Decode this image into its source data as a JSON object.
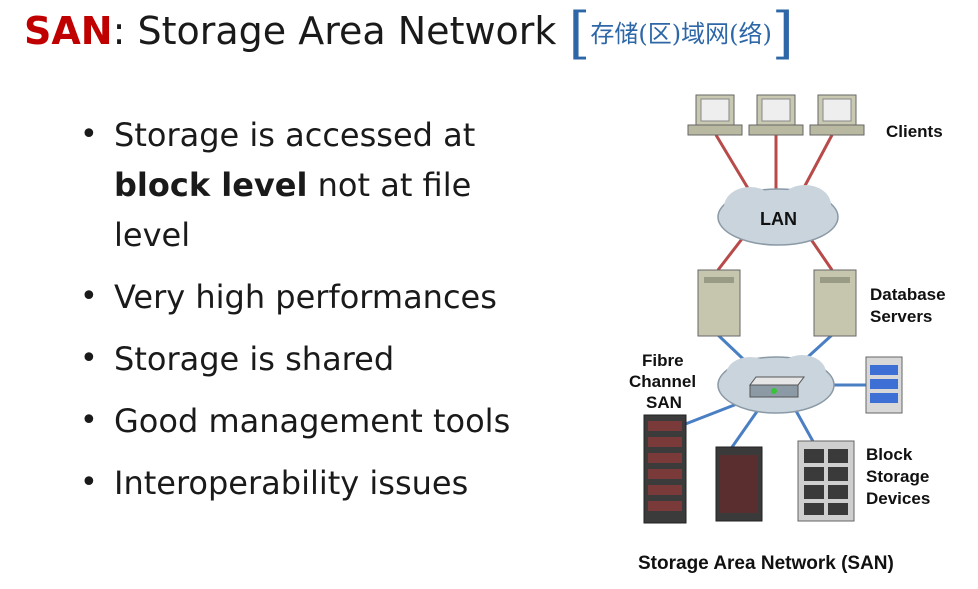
{
  "title": {
    "acronym": "SAN",
    "rest": ": Storage Area Network",
    "open_bracket": "[",
    "chinese": "存储(区)域网(络)",
    "close_bracket": "]"
  },
  "bullets": [
    {
      "pre": "Storage is accessed at ",
      "bold": "block level",
      "post": "  not at file level"
    },
    {
      "pre": "Very high performances",
      "bold": "",
      "post": ""
    },
    {
      "pre": "Storage is shared",
      "bold": "",
      "post": ""
    },
    {
      "pre": "Good management tools",
      "bold": "",
      "post": ""
    },
    {
      "pre": "Interoperability issues",
      "bold": "",
      "post": ""
    }
  ],
  "diagram": {
    "clients_label": "Clients",
    "lan_label": "LAN",
    "servers_label_1": "Database",
    "servers_label_2": "Servers",
    "fc_label_1": "Fibre",
    "fc_label_2": "Channel",
    "fc_label_3": "SAN",
    "storage_label_1": "Block",
    "storage_label_2": "Storage",
    "storage_label_3": "Devices",
    "caption": "Storage Area Network (SAN)"
  },
  "colors": {
    "title_accent": "#c00000",
    "bracket_blue": "#2e67a8",
    "lan_link": "#b84a4a",
    "san_link": "#4a7fc4"
  }
}
